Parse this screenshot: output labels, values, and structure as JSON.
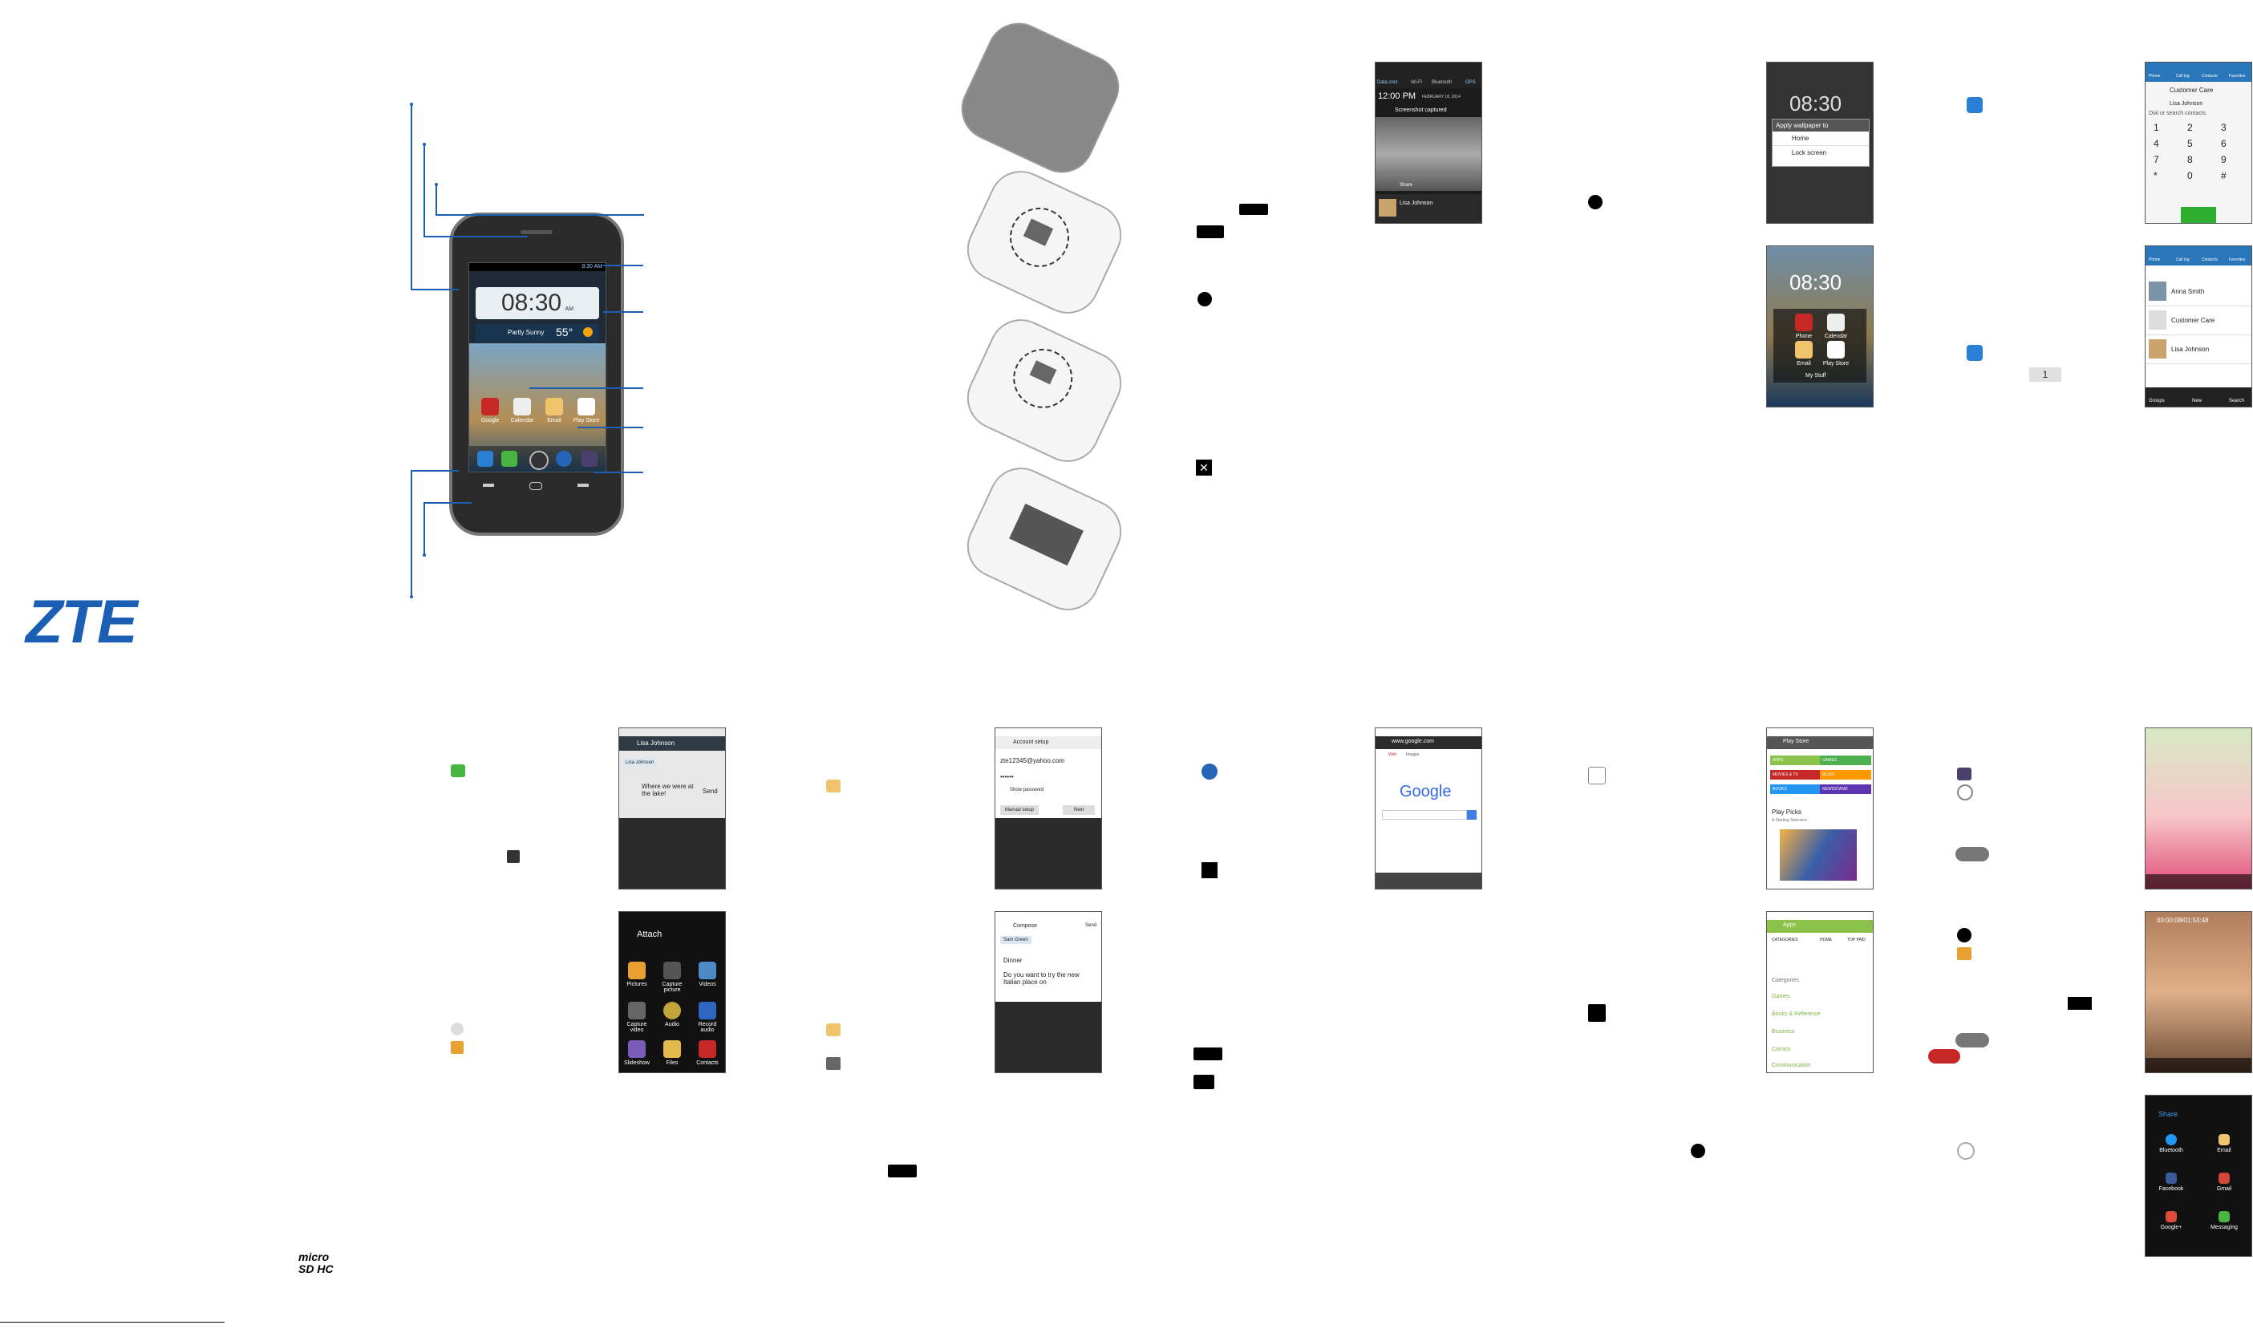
{
  "brand": {
    "logo": "ZTE",
    "color": "#1a5fb4"
  },
  "home_screen": {
    "status_time": "8:30 AM",
    "clock": "08:30",
    "clock_ampm": "AM",
    "weather_temp": "55°",
    "weather_text": "Partly Sunny",
    "apps": [
      "Google",
      "Calendar",
      "Email",
      "Play Store"
    ]
  },
  "notification_panel": {
    "toggles": [
      "Data cnct",
      "Wi-Fi",
      "Bluetooth",
      "GPS"
    ],
    "time": "12:00 PM",
    "date": "FEBRUARY 18, 2014",
    "screenshot_title": "Screenshot captured",
    "share_label": "Share",
    "contact_name": "Lisa Johnson"
  },
  "wallpaper_dialog": {
    "clock": "08:30",
    "title": "Apply wallpaper to",
    "options": [
      "Home",
      "Lock screen"
    ]
  },
  "folder_screen": {
    "clock": "08:30",
    "apps": [
      "Phone",
      "Calendar",
      "Email",
      "Play Store"
    ],
    "folder_name": "My Stuff"
  },
  "dialer": {
    "tabs": [
      "Phone",
      "Call log",
      "Contacts",
      "Favorites"
    ],
    "contact1": "Customer Care",
    "contact2": "Lisa Johnson",
    "search_hint": "Dial or search contacts",
    "keys": [
      "1",
      "2",
      "3",
      "4",
      "5",
      "6",
      "7",
      "8",
      "9",
      "*",
      "0",
      "#"
    ]
  },
  "contacts": {
    "tabs": [
      "Phone",
      "Call log",
      "Contacts",
      "Favorites"
    ],
    "list": [
      "Anna Smith",
      "Customer Care",
      "Lisa Johnson"
    ],
    "bottom": [
      "Groups",
      "New",
      "Search"
    ]
  },
  "key_one": "1",
  "messaging": {
    "contact": "Lisa Johnson",
    "message": "Where we were at the lake!",
    "send": "Send"
  },
  "attach": {
    "title": "Attach",
    "items": [
      "Pictures",
      "Capture picture",
      "Videos",
      "Capture video",
      "Audio",
      "Record audio",
      "Slideshow",
      "Files",
      "Contacts"
    ]
  },
  "email_setup": {
    "title": "Account setup",
    "email": "zte12345@yahoo.com",
    "password": "••••••",
    "show_password": "Show password",
    "manual": "Manual setup",
    "next": "Next"
  },
  "compose": {
    "title": "Compose",
    "send": "Send",
    "to": "Sam Green",
    "subject": "Dinner",
    "body": "Do you want to try the new Italian place on"
  },
  "browser": {
    "url": "www.google.com",
    "logo": "Google",
    "tabs": [
      "Web",
      "Images"
    ]
  },
  "play_store": {
    "title": "Play Store",
    "cats": [
      "APPS",
      "GAMES",
      "MOVIES & TV",
      "MUSIC",
      "BOOKS",
      "NEWSSTAND"
    ],
    "picks": "Play Picks",
    "picks_sub": "A Starting Selection"
  },
  "apps_store": {
    "title": "Apps",
    "tabs": [
      "CATEGORIES",
      "HOME",
      "TOP PAID"
    ],
    "list": [
      "Categories",
      "Games",
      "Books & Reference",
      "Business",
      "Comics",
      "Communication"
    ]
  },
  "video": {
    "timer": "00:00:08/01:53:48"
  },
  "share_menu": {
    "title": "Share",
    "items": [
      "Bluetooth",
      "Email",
      "Facebook",
      "Gmail",
      "Google+",
      "Messaging"
    ]
  },
  "microsd_logo": "micro SD HC"
}
